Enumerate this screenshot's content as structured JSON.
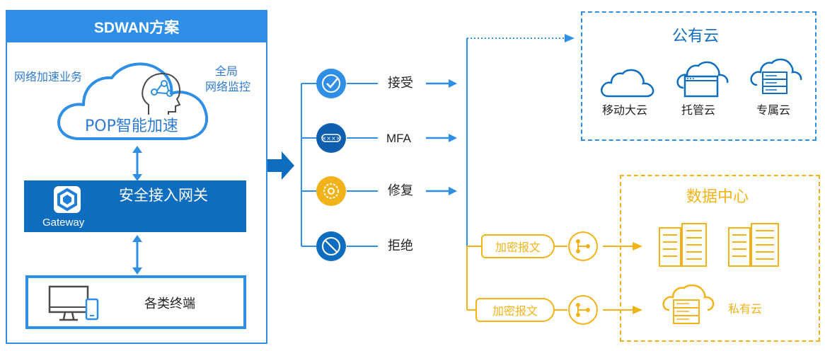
{
  "sdwan": {
    "title": "SDWAN方案",
    "left_note": "网络加速业务",
    "right_note_line1": "全局",
    "right_note_line2": "网络监控",
    "pop_label": "POP智能加速",
    "gateway_title": "安全接入网关",
    "gateway_caption": "Gateway",
    "terminals_label": "各类终端"
  },
  "actions": [
    {
      "label": "接受",
      "icon": "check-circle-icon",
      "color": "#2f8ee5"
    },
    {
      "label": "MFA",
      "icon": "password-dots-icon",
      "color": "#0f5fae"
    },
    {
      "label": "修复",
      "icon": "gear-repair-icon",
      "color": "#f2b318"
    },
    {
      "label": "拒绝",
      "icon": "block-icon",
      "color": "#0f6dbf"
    }
  ],
  "public_cloud": {
    "title": "公有云",
    "items": [
      {
        "label": "移动大云",
        "icon": "cloud-icon"
      },
      {
        "label": "托管云",
        "icon": "browser-cloud-icon"
      },
      {
        "label": "专属云",
        "icon": "server-cloud-icon"
      }
    ]
  },
  "data_center": {
    "title": "数据中心",
    "private_cloud_label": "私有云"
  },
  "encrypted_links": [
    {
      "label": "加密报文",
      "icon": "share-nodes-icon"
    },
    {
      "label": "加密报文",
      "icon": "share-nodes-icon"
    }
  ],
  "colors": {
    "blue": "#2f8ee5",
    "dark_blue": "#0f6dbf",
    "gold": "#f2b318"
  }
}
